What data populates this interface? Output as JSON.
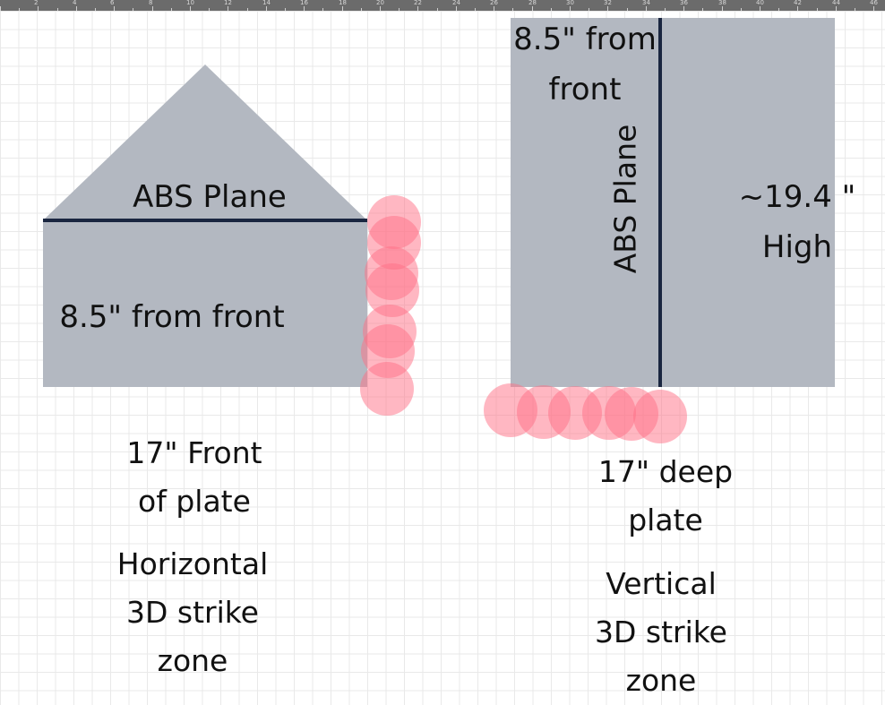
{
  "ruler": {
    "numbers": [
      "2",
      "4",
      "6",
      "8",
      "10",
      "12",
      "14",
      "16",
      "18",
      "20",
      "22",
      "24",
      "26",
      "28",
      "30",
      "32",
      "34",
      "36",
      "38",
      "40",
      "42",
      "44",
      "46"
    ]
  },
  "horizontal": {
    "plane_label": "ABS Plane",
    "depth_label": "8.5\" from front",
    "caption_line1": "17\" Front",
    "caption_line2": "of plate",
    "zone_line1": "Horizontal",
    "zone_line2": "3D strike",
    "zone_line3": "zone"
  },
  "vertical": {
    "depth_line1": "8.5\" from",
    "depth_line2": "front",
    "plane_label": "ABS Plane",
    "height_line1": "~19.4 \"",
    "height_line2": "High",
    "caption_line1": "17\" deep",
    "caption_line2": "plate",
    "zone_line1": "Vertical",
    "zone_line2": "3D strike",
    "zone_line3": "zone"
  },
  "colors": {
    "zone_fill": "#b3b8c1",
    "plane_line": "#1a2640",
    "ball_fill": "#ff6f86",
    "ruler_bg": "#6b6b6b"
  }
}
